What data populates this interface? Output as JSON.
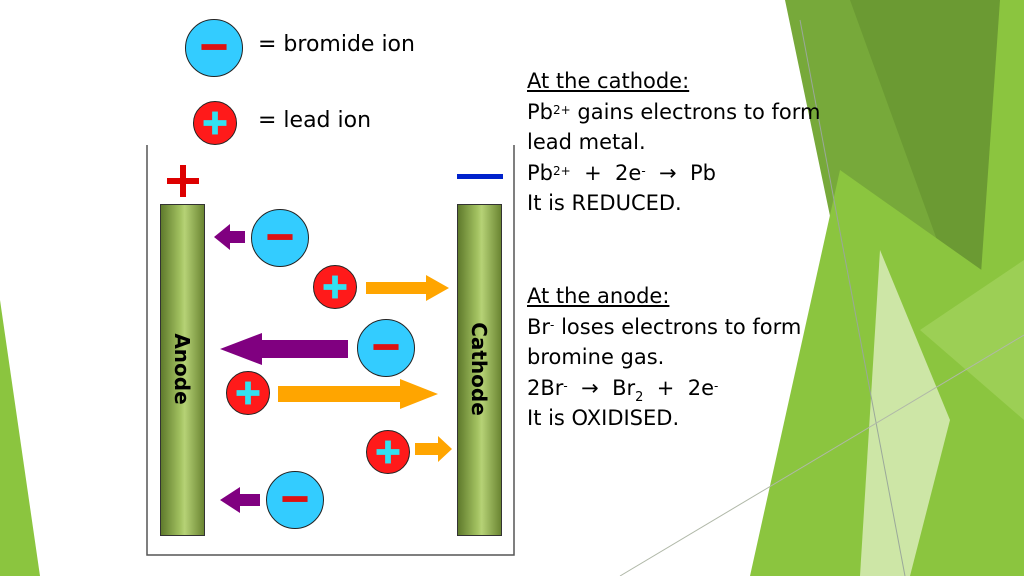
{
  "legend": {
    "bromide_label": "= bromide ion",
    "lead_label": "= lead ion"
  },
  "electrodes": {
    "anode_label": "Anode",
    "cathode_label": "Cathode"
  },
  "cathode_text": {
    "heading": "At the cathode:",
    "line1_pre": "Pb",
    "line1_sup": "2+",
    "line1_post": " gains electrons to form",
    "line2": "lead metal.",
    "eq_a": "Pb",
    "eq_a_sup": "2+",
    "eq_plus": "+",
    "eq_b": "2e",
    "eq_b_sup": "-",
    "eq_arrow": "→",
    "eq_c": "Pb",
    "line4": "It is REDUCED."
  },
  "anode_text": {
    "heading": "At the anode:",
    "line1_pre": "Br",
    "line1_sup": "-",
    "line1_post": " loses electrons to form",
    "line2": "bromine gas.",
    "eq_a": "2Br",
    "eq_a_sup": "-",
    "eq_arrow": "→",
    "eq_b": "Br",
    "eq_b_sub": "2",
    "eq_plus": "+",
    "eq_c": "2e",
    "eq_c_sup": "-",
    "line4": "It is OXIDISED."
  },
  "colors": {
    "negative_ion": "#33ccff",
    "positive_ion": "#ff1a1a",
    "arrow_to_anode": "#800080",
    "arrow_to_cathode": "#ffa500",
    "anode_sign": "#dd0000",
    "cathode_sign": "#0022cc",
    "theme_green": "#8bc53f"
  },
  "icons": [
    "minus-sign-icon",
    "plus-sign-icon",
    "arrow-left-icon",
    "arrow-right-icon"
  ]
}
